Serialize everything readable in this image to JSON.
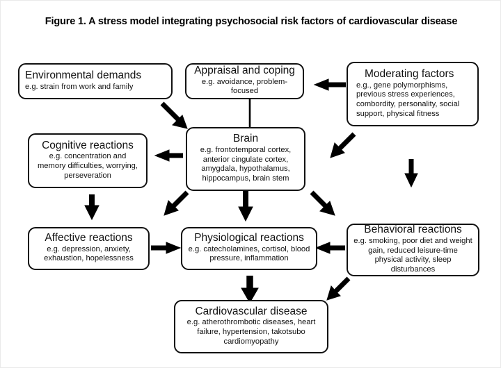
{
  "figure": {
    "title": "Figure 1. A stress model integrating psychosocial risk factors of cardiovascular disease"
  },
  "nodes": {
    "environmental_demands": {
      "title": "Environmental demands",
      "desc": "e.g. strain from work and family"
    },
    "appraisal_and_coping": {
      "title": "Appraisal and coping",
      "desc": "e.g. avoidance, problem-focused"
    },
    "moderating_factors": {
      "title": "Moderating factors",
      "desc": "e.g., gene polymorphisms, previous stress experiences, combordity, personality, social support, physical fitness"
    },
    "brain": {
      "title": "Brain",
      "desc": "e.g. frontotemporal cortex, anterior cingulate cortex, amygdala, hypothalamus, hippocampus, brain stem"
    },
    "cognitive_reactions": {
      "title": "Cognitive reactions",
      "desc": "e.g. concentration and memory difficulties, worrying, perseveration"
    },
    "affective_reactions": {
      "title": "Affective reactions",
      "desc": "e.g. depression, anxiety, exhaustion, hopelessness"
    },
    "physiological_reactions": {
      "title": "Physiological reactions",
      "desc": "e.g. catecholamines, cortisol, blood pressure, inflammation"
    },
    "behavioral_reactions": {
      "title": "Behavioral reactions",
      "desc": "e.g. smoking, poor diet and weight gain, reduced leisure-time physical activity, sleep disturbances"
    },
    "cardiovascular_disease": {
      "title": "Cardiovascular disease",
      "desc": "e.g. atherothrombotic diseases, heart failure, hypertension, takotsubo cardiomyopathy"
    }
  },
  "chart_data": {
    "type": "diagram",
    "title": "Figure 1. A stress model integrating psychosocial risk factors of cardiovascular disease",
    "node_ids": [
      "environmental_demands",
      "appraisal_and_coping",
      "moderating_factors",
      "brain",
      "cognitive_reactions",
      "affective_reactions",
      "physiological_reactions",
      "behavioral_reactions",
      "cardiovascular_disease"
    ],
    "edges": [
      {
        "from": "environmental_demands",
        "to": "brain",
        "style": "arrow",
        "direction": "down-right"
      },
      {
        "from": "appraisal_and_coping",
        "to": "brain",
        "style": "line",
        "direction": "down"
      },
      {
        "from": "moderating_factors",
        "to": "appraisal_and_coping",
        "style": "arrow",
        "direction": "left"
      },
      {
        "from": "moderating_factors",
        "to": "brain",
        "style": "arrow",
        "direction": "down-left"
      },
      {
        "from": "moderating_factors",
        "to": "behavioral_reactions",
        "style": "arrow",
        "direction": "down"
      },
      {
        "from": "brain",
        "to": "cognitive_reactions",
        "style": "arrow",
        "direction": "left"
      },
      {
        "from": "brain",
        "to": "affective_reactions",
        "style": "arrow",
        "direction": "down-left"
      },
      {
        "from": "brain",
        "to": "physiological_reactions",
        "style": "arrow",
        "direction": "down"
      },
      {
        "from": "brain",
        "to": "behavioral_reactions",
        "style": "arrow",
        "direction": "down-right"
      },
      {
        "from": "cognitive_reactions",
        "to": "affective_reactions",
        "style": "arrow",
        "direction": "down"
      },
      {
        "from": "affective_reactions",
        "to": "physiological_reactions",
        "style": "arrow",
        "direction": "right"
      },
      {
        "from": "behavioral_reactions",
        "to": "physiological_reactions",
        "style": "arrow",
        "direction": "left"
      },
      {
        "from": "physiological_reactions",
        "to": "cardiovascular_disease",
        "style": "arrow",
        "direction": "down"
      },
      {
        "from": "behavioral_reactions",
        "to": "cardiovascular_disease",
        "style": "arrow",
        "direction": "down-left"
      }
    ]
  }
}
